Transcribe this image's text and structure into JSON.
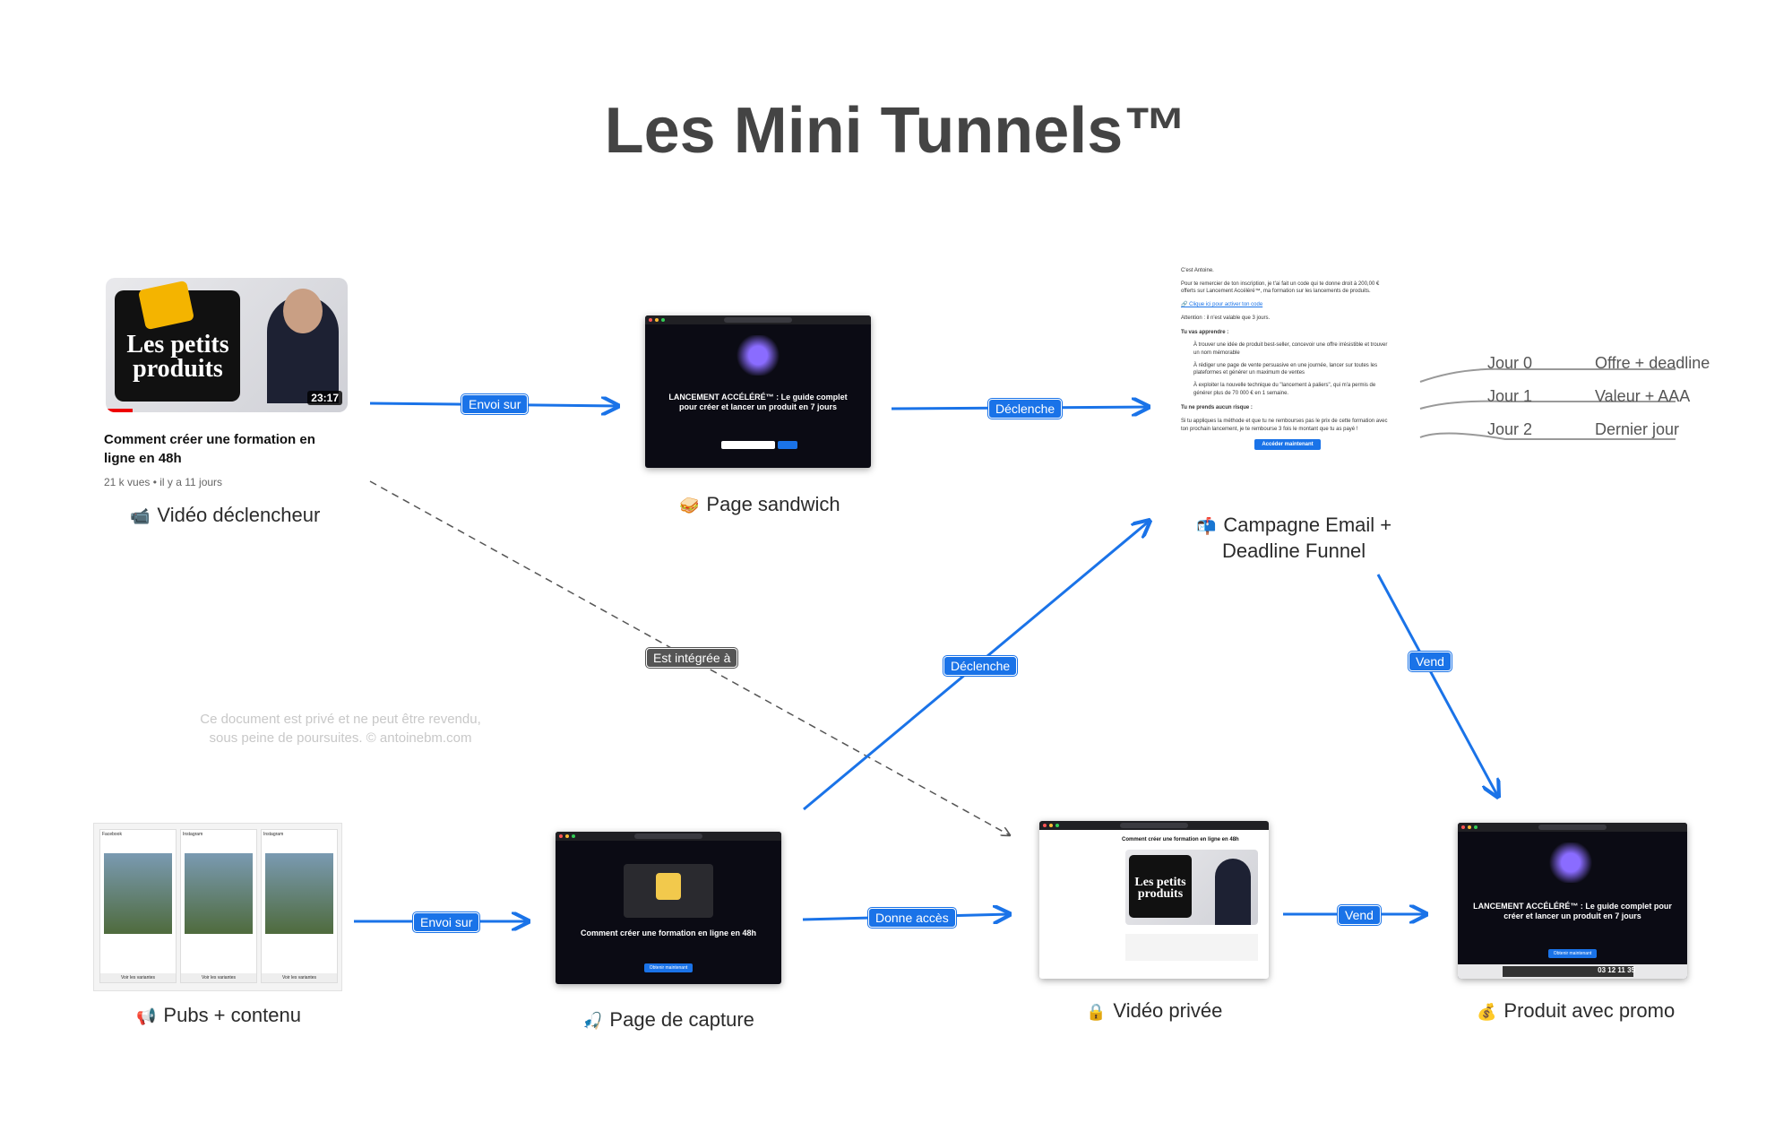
{
  "title": "Les Mini Tunnels™",
  "nodes": {
    "video_trigger": {
      "label": "Vidéo déclencheur",
      "thumb_text": "Les petits produits",
      "duration": "23:17",
      "video_title": "Comment créer une formation en ligne en 48h",
      "meta": "21 k vues • il y a 11 jours"
    },
    "sandwich": {
      "label": "Page sandwich",
      "headline": "LANCEMENT ACCÉLÉRÉ™ : Le guide complet pour créer et lancer un produit en 7 jours"
    },
    "email": {
      "label_line1": "Campagne Email +",
      "label_line2": "Deadline Funnel",
      "greeting": "C'est Antoine.",
      "p1": "Pour te remercier de ton inscription, je t'ai fait un code qui te donne droit à 200,00 € offerts sur Lancement Accéléré™, ma formation sur les lancements de produits.",
      "link": "🔗 Clique ici pour activer ton code",
      "attention": "Attention : il n'est valable que 3 jours.",
      "learn_title": "Tu vas apprendre :",
      "learn1": "À trouver une idée de produit best-seller, concevoir une offre irrésistible et trouver un nom mémorable",
      "learn2": "À rédiger une page de vente persuasive en une journée, lancer sur toutes les plateformes et générer un maximum de ventes",
      "learn3": "À exploiter la nouvelle technique du \"lancement à paliers\", qui m'a permis de générer plus de 70 000 € en 1 semaine.",
      "risk_title": "Tu ne prends aucun risque :",
      "risk": "Si tu appliques la méthode et que tu ne rembourses pas le prix de cette formation avec ton prochain lancement, je te rembourse 3 fois le montant que tu as payé !",
      "cta": "Accéder maintenant"
    },
    "pubs": {
      "label": "Pubs + contenu",
      "platforms": [
        "Facebook",
        "Instagram",
        "Instagram"
      ],
      "buttons": [
        "Voir les variantes",
        "Voir les variantes",
        "Voir les variantes"
      ]
    },
    "capture": {
      "label": "Page de capture",
      "headline": "Comment créer une formation en ligne en 48h",
      "cta": "Obtenir maintenant"
    },
    "private_video": {
      "label": "Vidéo privée",
      "video_title": "Comment créer une formation en ligne en 48h",
      "thumb_text": "Les petits produits"
    },
    "product": {
      "label": "Produit avec promo",
      "headline": "LANCEMENT ACCÉLÉRÉ™ : Le guide complet pour créer et lancer un produit en 7 jours",
      "cta": "Obtenir maintenant",
      "countdown": "03 12 11 35"
    }
  },
  "schedule": [
    {
      "day": "Jour 0",
      "desc": "Offre + deadline"
    },
    {
      "day": "Jour 1",
      "desc": "Valeur + AAA"
    },
    {
      "day": "Jour 2",
      "desc": "Dernier jour"
    }
  ],
  "edges": {
    "video_to_sandwich": "Envoi sur",
    "sandwich_to_email": "Déclenche",
    "video_to_private": "Est intégrée à",
    "capture_to_email": "Déclenche",
    "email_to_product": "Vend",
    "pubs_to_capture": "Envoi sur",
    "capture_to_private": "Donne accès",
    "private_to_product": "Vend"
  },
  "watermark": {
    "line1": "Ce document est privé et ne peut être revendu,",
    "line2": "sous peine de poursuites. © antoinebm.com"
  },
  "colors": {
    "arrow": "#1a73e8",
    "dashed": "#555555"
  }
}
